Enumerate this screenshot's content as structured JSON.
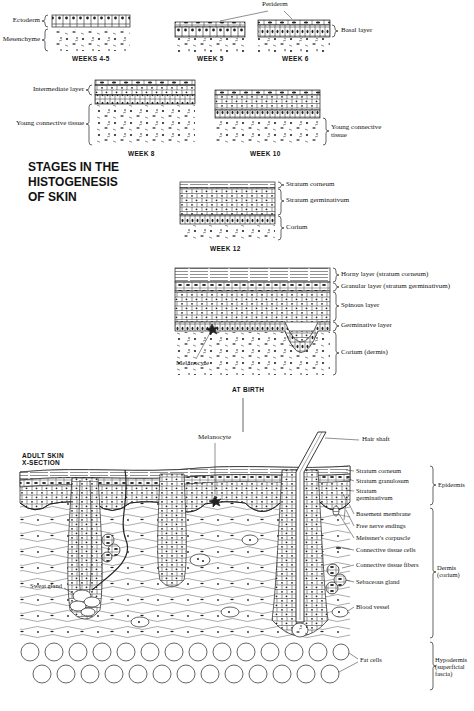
{
  "diagram": {
    "title": "STAGES IN THE HISTOGENESIS OF SKIN",
    "labels": [
      "Periderm",
      "Ectoderm",
      "Mesenchyme",
      "Basal layer",
      "WEEKS 4-5",
      "WEEK 5",
      "WEEK 6",
      "Intermediate layer",
      "Young connective tissue",
      "Young connective tissue",
      "WEEK 8",
      "WEEK 10",
      "Stratum corneum",
      "Stratum germinativum",
      "Corium",
      "WEEK 12",
      "Horny layer (stratum corneum)",
      "Granular layer (stratum germinativum)",
      "Spinous layer",
      "Germinative layer",
      "Corium (dermis)",
      "Melanocyte",
      "AT BIRTH",
      "Melanocyte",
      "Hair shaft",
      "ADULT SKIN X-SECTION",
      "Stratum corneum",
      "Stratum granulosum",
      "Stratum germinativum",
      "Epidermis",
      "Basement membrane",
      "Free nerve endings",
      "Meissner's corpuscle",
      "Connective tissue cells",
      "Connective tissue fibers",
      "Dermis (corium)",
      "Sweat gland",
      "Sebaceous gland",
      "Blood vessel",
      "Fat cells",
      "Hypodermis (superficial fascia)"
    ]
  }
}
